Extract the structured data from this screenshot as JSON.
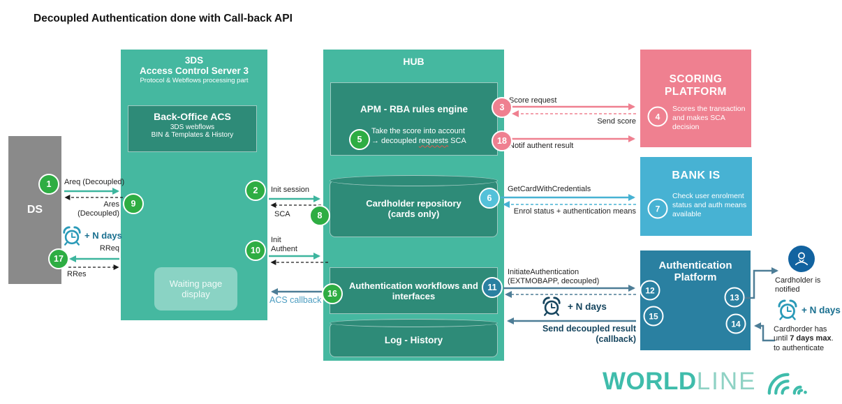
{
  "title": "Decoupled Authentication done with Call-back API",
  "palette": {
    "teal_outer": "#45b8a0",
    "teal_inner": "#2e8b78",
    "teal_light": "#8ad3c4",
    "gray": "#8a8a8a",
    "pink": "#ef8090",
    "light_blue": "#47b2d3",
    "dark_blue": "#2a80a1",
    "green_step": "#2ead43",
    "steel_arrow": "#4d7d96",
    "navy_text": "#16455e",
    "logo_teal": "#3fbcab"
  },
  "steps": [
    "1",
    "2",
    "3",
    "4",
    "5",
    "6",
    "7",
    "8",
    "9",
    "10",
    "11",
    "12",
    "13",
    "14",
    "15",
    "16",
    "17",
    "18"
  ],
  "ds": {
    "label": "DS"
  },
  "acs": {
    "title_line1": "3DS",
    "title_line2": "Access Control Server 3",
    "subtitle": "Protocol & Webflows processing part",
    "back_office": {
      "title": "Back-Office ACS",
      "line1": "3DS webflows",
      "line2": "BIN & Templates & History"
    },
    "waiting_page": "Waiting page display"
  },
  "hub": {
    "title": "HUB",
    "apm": {
      "title": "APM - RBA rules engine",
      "note_line1": "Take the score into account",
      "note_line2_prefix": "→ decoupled ",
      "note_line2_misspelled": "requests",
      "note_line2_suffix": " SCA"
    },
    "repository_line1": "Cardholder repository",
    "repository_line2": "(cards only)",
    "workflows": "Authentication workflows and interfaces",
    "log": "Log - History"
  },
  "scoring": {
    "title_line1": "SCORING",
    "title_line2": "PLATFORM",
    "desc": "Scores the transaction and makes SCA decision"
  },
  "bank": {
    "title": "BANK IS",
    "desc": "Check user enrolment status and auth means available"
  },
  "auth_platform": {
    "title_line1": "Authentication",
    "title_line2": "Platform"
  },
  "annotations": {
    "areq": "Areq (Decoupled)",
    "ares": "Ares (Decoupled)",
    "rreq": "RReq",
    "rres": "RRes",
    "n_days": "+ N days",
    "init_session": "Init session",
    "sca": "SCA",
    "init_authent": "Init Authent",
    "acs_callback": "ACS callback",
    "score_request": "Score request",
    "send_score": "Send score",
    "notif_authent_result": "Notif authent result",
    "get_card": "GetCardWithCredentials",
    "enrol_status": "Enrol status + authentication means",
    "initiate_authentication": "InitiateAuthentication (EXTMOBAPP, decoupled)",
    "send_decoupled_line1": "Send decoupled result",
    "send_decoupled_line2": "(callback)",
    "cardholder_notified": "Cardholder is notified",
    "deadline_pre": "Cardhorder has until ",
    "deadline_bold": "7 days max",
    "deadline_post": ". to authenticate"
  },
  "logo": {
    "word1": "WORLD",
    "word2": "LINE"
  }
}
